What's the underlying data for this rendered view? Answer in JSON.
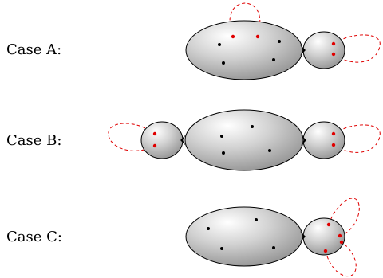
{
  "cases": [
    {
      "label": "Case A:"
    },
    {
      "label": "Case B:"
    },
    {
      "label": "Case C:"
    }
  ],
  "colors": {
    "outline": "#000000",
    "shade_light": "#ffffff",
    "shade_mid": "#d2d2d2",
    "shade_dark": "#8f8f8f",
    "puncture": "#000000",
    "marked": "#e00000"
  }
}
